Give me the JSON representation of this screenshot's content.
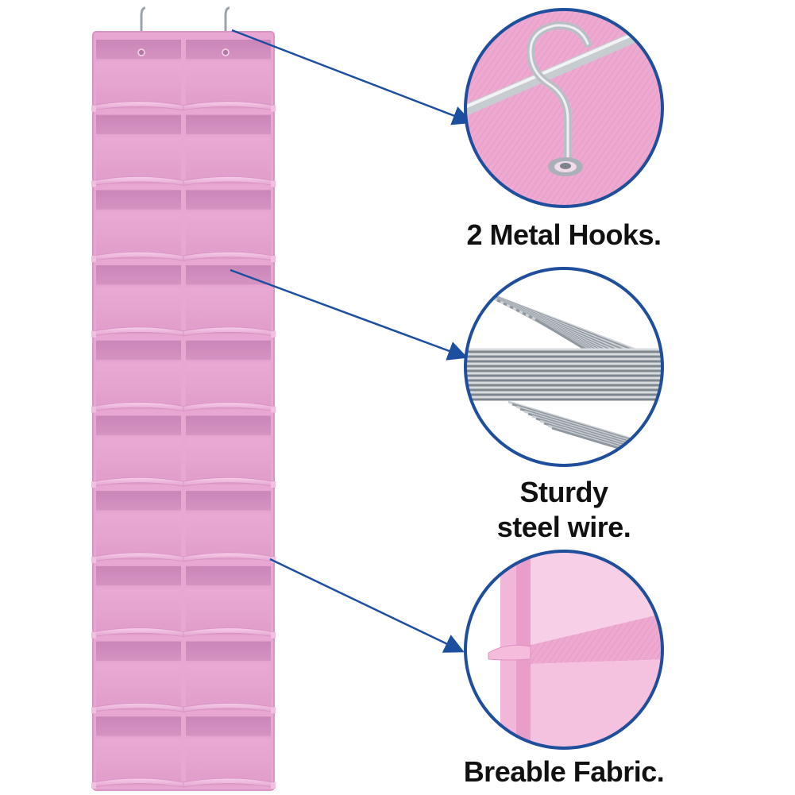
{
  "features": [
    {
      "id": "hooks",
      "lines": [
        "2 Metal Hooks."
      ]
    },
    {
      "id": "wire",
      "lines": [
        "Sturdy",
        "steel wire."
      ]
    },
    {
      "id": "fabric",
      "lines": [
        "Breable Fabric."
      ]
    }
  ],
  "organizer": {
    "columns": 2,
    "shelves": 10
  },
  "colors": {
    "fabric_pink": "#e8a6d2",
    "fabric_pink_dark": "#c97fb4",
    "fabric_pink_light": "#f3c4e3",
    "ring_blue": "#1f4e9c",
    "arrow_blue": "#1c4fa0",
    "steel": "#9aa3ab",
    "text": "#111111"
  },
  "icons": [
    "metal-hook-icon",
    "steel-wire-bundle-icon",
    "fabric-seam-icon"
  ]
}
